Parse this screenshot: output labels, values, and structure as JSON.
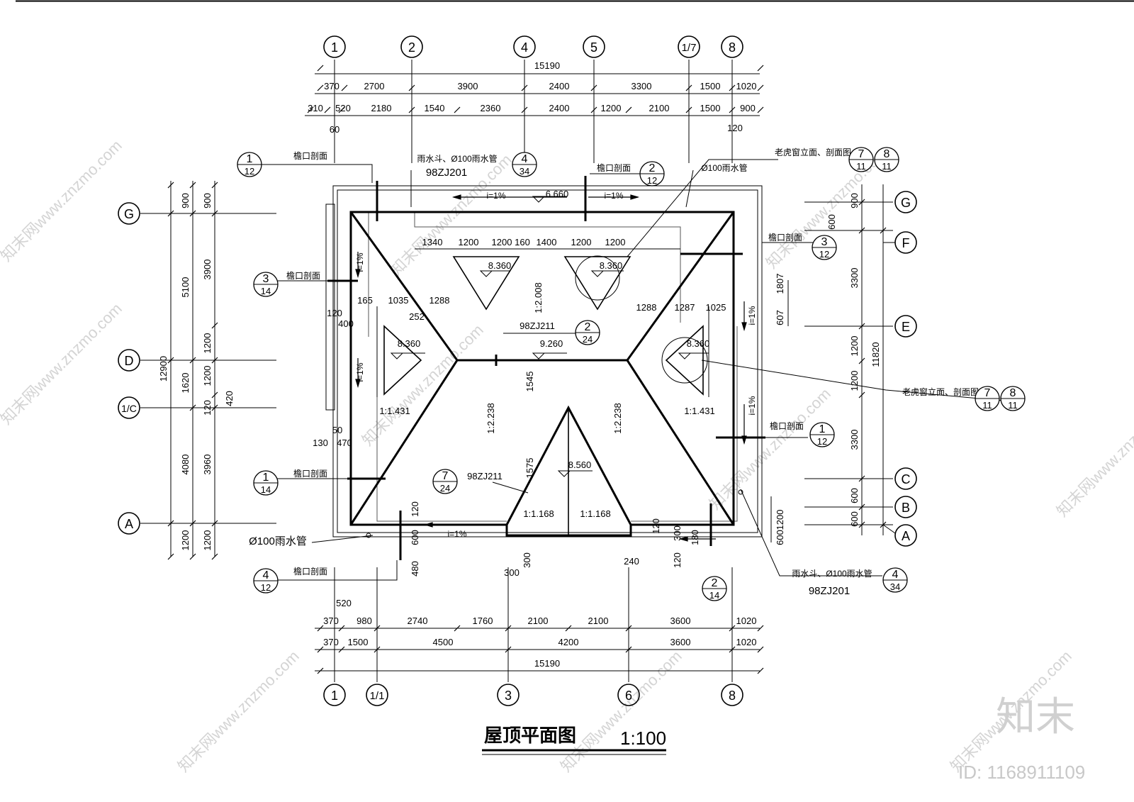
{
  "title": "屋顶平面图",
  "scale": "1:100",
  "watermark": {
    "brand": "知末",
    "site": "知末网www.znzmo.com",
    "id": "ID: 1168911109"
  },
  "axes": {
    "top": [
      "1",
      "2",
      "4",
      "5",
      "1/7",
      "8"
    ],
    "bottom": [
      "1",
      "1/1",
      "3",
      "6",
      "8"
    ],
    "left": [
      "G",
      "D",
      "1/C",
      "A"
    ],
    "right": [
      "G",
      "F",
      "E",
      "C",
      "B",
      "A"
    ]
  },
  "dims": {
    "top_total": "15190",
    "top_row1": [
      "370",
      "2700",
      "3900",
      "2400",
      "3300",
      "1500",
      "1020"
    ],
    "top_row2": [
      "310",
      "520",
      "2180",
      "1540",
      "2360",
      "2400",
      "1200",
      "2100",
      "1500",
      "900"
    ],
    "top_small": [
      "60",
      "120"
    ],
    "bottom_row1": [
      "370",
      "980",
      "2740",
      "1760",
      "2100",
      "2100",
      "3600",
      "1020"
    ],
    "bottom_row2": [
      "370",
      "1500",
      "4500",
      "4200",
      "3600",
      "1020"
    ],
    "bottom_total": "15190",
    "bottom_small": [
      "520"
    ],
    "left_outer": [
      "900",
      "5100",
      "12900",
      "4080",
      "1200"
    ],
    "left_inner": [
      "900",
      "3900",
      "1200",
      "1620",
      "1200",
      "120",
      "420",
      "3960",
      "1200"
    ],
    "right_inner": [
      "900",
      "600",
      "3300",
      "1200",
      "1200",
      "3300",
      "600",
      "1200",
      "600",
      "600"
    ],
    "right_total": "11820",
    "inner": [
      "1340",
      "1200",
      "1200",
      "160",
      "1400",
      "1200",
      "1200",
      "165",
      "1035",
      "1288",
      "252",
      "1288",
      "1287",
      "1025",
      "1807",
      "607",
      "120",
      "400",
      "1545",
      "1575",
      "130",
      "470",
      "50",
      "120",
      "600",
      "480",
      "300",
      "300",
      "240",
      "120",
      "120",
      "180",
      "300"
    ]
  },
  "elevations": [
    "6.660",
    "8.360",
    "8.360",
    "8.360",
    "9.260",
    "8.360",
    "8.560"
  ],
  "slopes": [
    "i=1%",
    "i=1%",
    "i=1%",
    "i=1%",
    "i=1%",
    "i=1%",
    "i=1%"
  ],
  "ratios": [
    "1:2.008",
    "1:1.431",
    "1:1.431",
    "1:2.238",
    "1:2.238",
    "1:1.168",
    "1:1.168"
  ],
  "labels": {
    "eave_section": "檐口剖面",
    "rain_hopper_pipe": "雨水斗、Ø100雨水管",
    "rain_pipe": "Ø100雨水管",
    "dormer": "老虎窗立面、剖面图",
    "std_201": "98ZJ201",
    "std_211": "98ZJ211"
  },
  "callouts": [
    {
      "num": "1",
      "den": "12"
    },
    {
      "num": "4",
      "den": "34"
    },
    {
      "num": "2",
      "den": "12"
    },
    {
      "num": "7",
      "den": "11"
    },
    {
      "num": "8",
      "den": "11"
    },
    {
      "num": "3",
      "den": "14"
    },
    {
      "num": "3",
      "den": "12"
    },
    {
      "num": "2",
      "den": "24"
    },
    {
      "num": "7",
      "den": "24"
    },
    {
      "num": "1",
      "den": "14"
    },
    {
      "num": "1",
      "den": "12"
    },
    {
      "num": "4",
      "den": "12"
    },
    {
      "num": "2",
      "den": "14"
    },
    {
      "num": "4",
      "den": "34"
    },
    {
      "num": "7",
      "den": "11"
    },
    {
      "num": "8",
      "den": "11"
    }
  ]
}
